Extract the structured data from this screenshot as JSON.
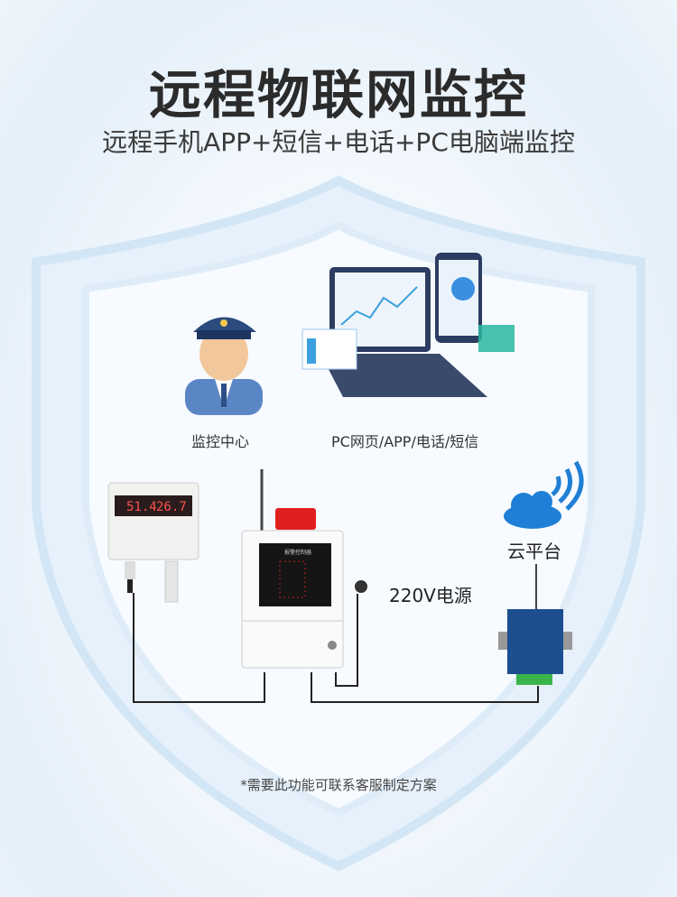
{
  "header": {
    "title": "远程物联网监控",
    "subtitle": "远程手机APP+短信+电话+PC电脑端监控"
  },
  "diagram": {
    "monitor_center_label": "监控中心",
    "channels_label": "PC网页/APP/电话/短信",
    "cloud_label": "云平台",
    "power_label": "220V电源",
    "sensor_display": [
      "51.4",
      "26.7"
    ],
    "controller_label": "报警控制器"
  },
  "footer": {
    "note": "*需要此功能可联系客服制定方案"
  },
  "colors": {
    "shield": "#d6e8f7",
    "cloud": "#1f7fd6",
    "alarm": "#e02020",
    "wire": "#222222"
  }
}
